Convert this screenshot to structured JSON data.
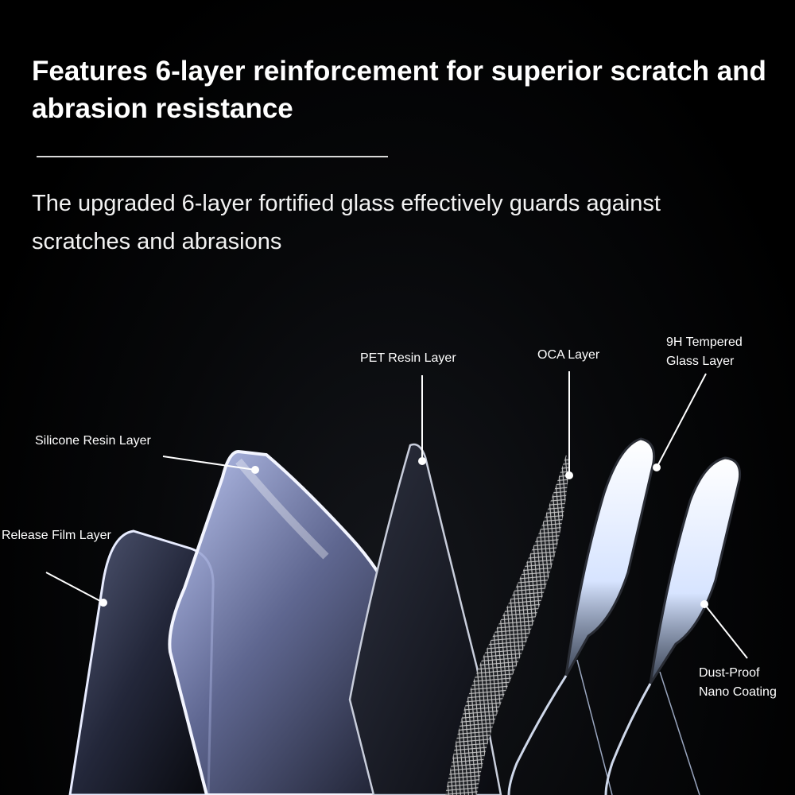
{
  "headline": "Features 6-layer reinforcement for superior scratch and abrasion resistance",
  "subtext": "The upgraded 6-layer fortified glass effectively guards against scratches and abrasions",
  "labels": {
    "release_film": "Release Film Layer",
    "silicone_resin": "Silicone Resin Layer",
    "pet_resin": "PET Resin Layer",
    "oca": "OCA Layer",
    "tempered_glass_line1": "9H Tempered",
    "tempered_glass_line2": "Glass Layer",
    "dust_proof_line1": "Dust-Proof",
    "dust_proof_line2": "Nano Coating"
  },
  "colors": {
    "background": "#000000",
    "text": "#ffffff",
    "divider": "#d9d9d9",
    "glass_tint": "#b9c8ff"
  }
}
